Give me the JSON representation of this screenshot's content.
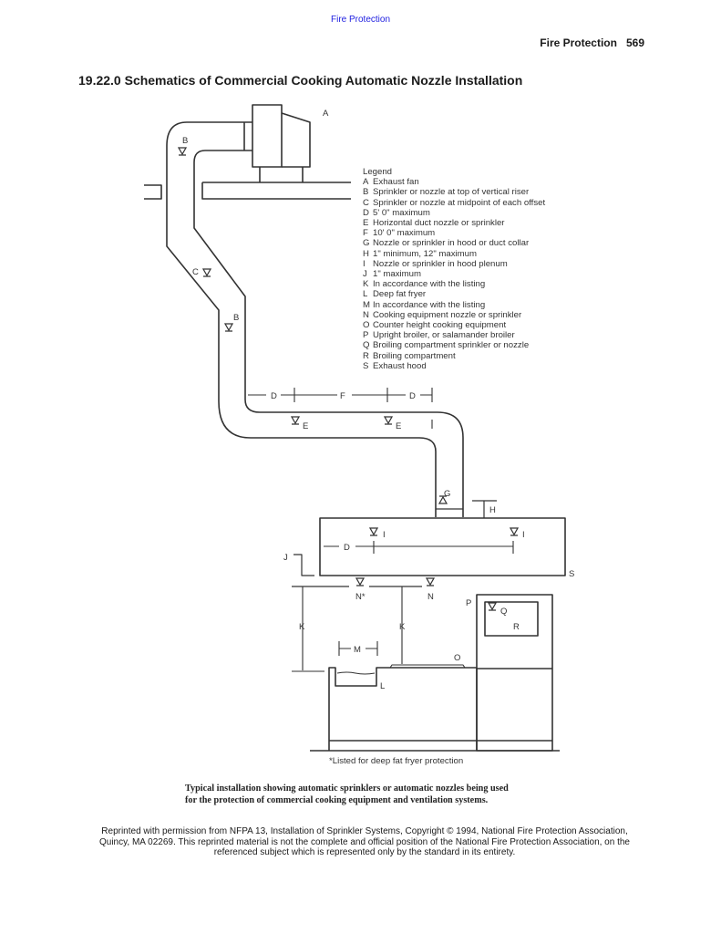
{
  "header": {
    "link_text": "Fire Protection",
    "running_title": "Fire Protection",
    "page_number": "569"
  },
  "section": {
    "title": "19.22.0 Schematics of Commercial Cooking Automatic Nozzle Installation"
  },
  "figure": {
    "labels": {
      "A": "A",
      "B1": "B",
      "B2": "B",
      "C": "C",
      "D1": "D",
      "F": "F",
      "D2": "D",
      "E1": "E",
      "E2": "E",
      "G": "G",
      "H": "H",
      "I1": "I",
      "I2": "I",
      "D3": "D",
      "J": "J",
      "S": "S",
      "N_star": "N*",
      "N": "N",
      "K1": "K",
      "K2": "K",
      "M": "M",
      "L": "L",
      "O": "O",
      "P": "P",
      "Q": "Q",
      "R": "R"
    },
    "legend": {
      "title": "Legend",
      "items": [
        {
          "key": "A",
          "text": "Exhaust fan"
        },
        {
          "key": "B",
          "text": "Sprinkler or nozzle at top of vertical riser"
        },
        {
          "key": "C",
          "text": "Sprinkler or nozzle at midpoint of each offset"
        },
        {
          "key": "D",
          "text": "5' 0\" maximum"
        },
        {
          "key": "E",
          "text": "Horizontal duct nozzle or sprinkler"
        },
        {
          "key": "F",
          "text": "10' 0\" maximum"
        },
        {
          "key": "G",
          "text": "Nozzle or sprinkler in hood or duct collar"
        },
        {
          "key": "H",
          "text": "1\" minimum, 12\" maximum"
        },
        {
          "key": "I",
          "text": "Nozzle or sprinkler in hood plenum"
        },
        {
          "key": "J",
          "text": "1\" maximum"
        },
        {
          "key": "K",
          "text": "In accordance with the listing"
        },
        {
          "key": "L",
          "text": "Deep fat fryer"
        },
        {
          "key": "M",
          "text": "In accordance with the listing"
        },
        {
          "key": "N",
          "text": "Cooking equipment nozzle or sprinkler"
        },
        {
          "key": "O",
          "text": "Counter height cooking equipment"
        },
        {
          "key": "P",
          "text": "Upright broiler, or salamander broiler"
        },
        {
          "key": "Q",
          "text": "Broiling compartment sprinkler or nozzle"
        },
        {
          "key": "R",
          "text": "Broiling compartment"
        },
        {
          "key": "S",
          "text": "Exhaust hood"
        }
      ]
    },
    "footnote": "*Listed for deep fat fryer protection",
    "caption_line1": "Typical installation showing automatic sprinklers or automatic nozzles being used",
    "caption_line2": "for the protection of commercial cooking equipment and ventilation systems."
  },
  "credit": {
    "line1": "Reprinted with permission from NFPA 13, Installation of Sprinkler Systems, Copyright © 1994, National Fire Protection Association,",
    "line2": "Quincy, MA 02269. This reprinted material is not the complete and official position of the National Fire Protection Association, on the",
    "line3": "referenced subject which is represented only by the standard in its entirety."
  }
}
